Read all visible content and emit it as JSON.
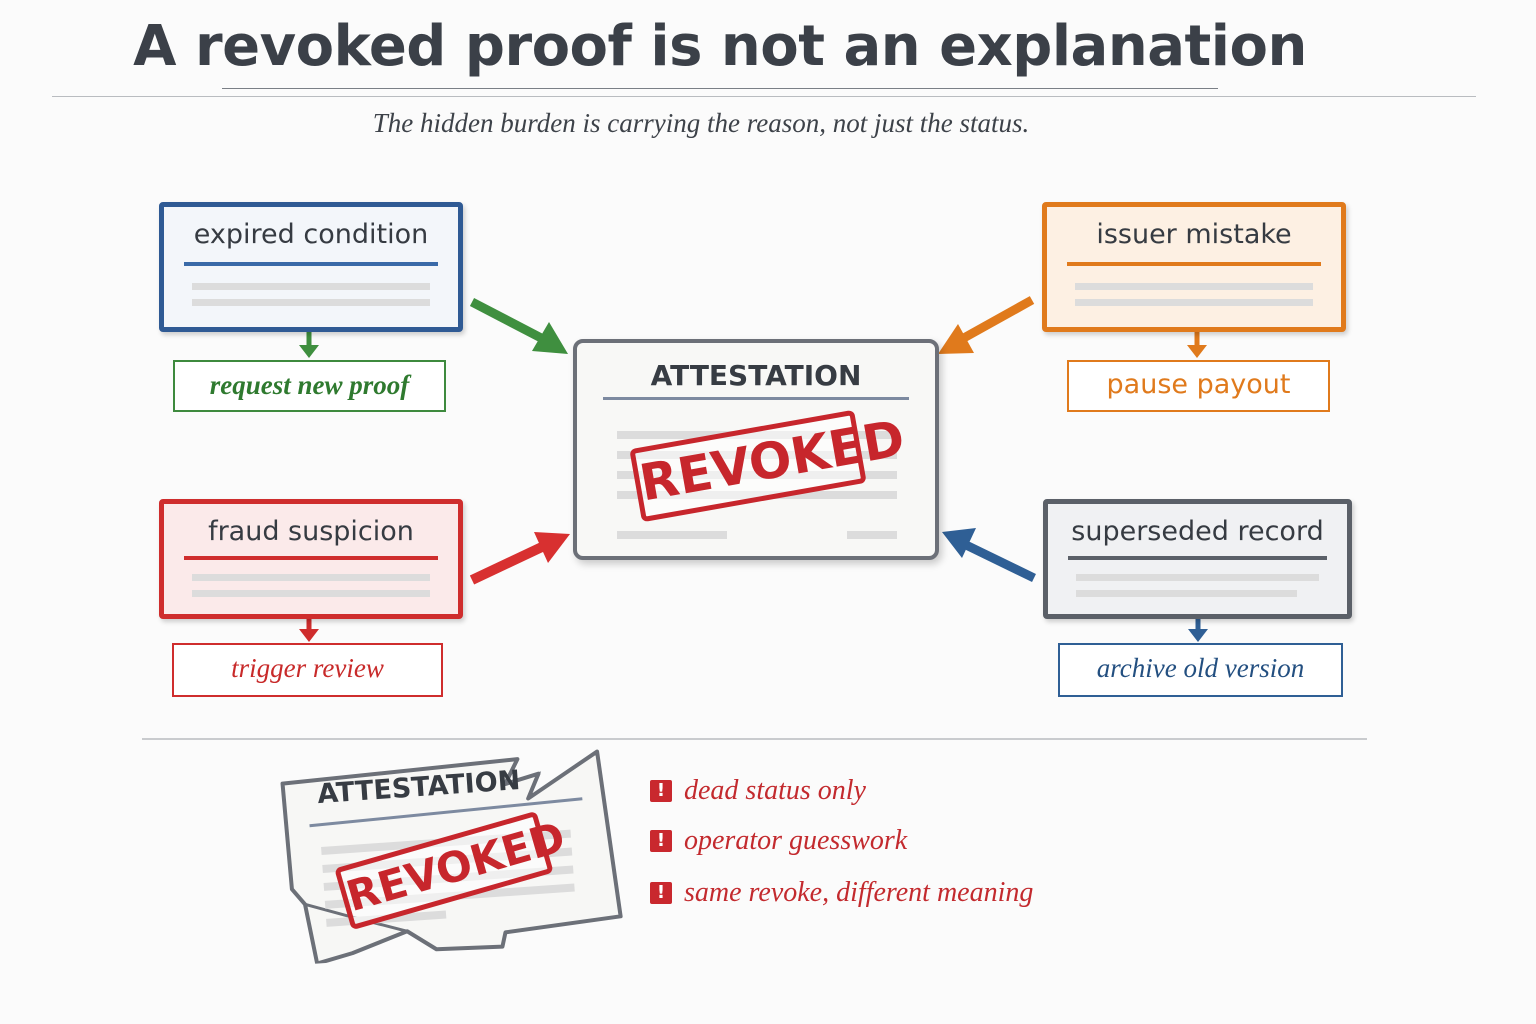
{
  "title": "A revoked proof is not an explanation",
  "subtitle": "The hidden burden is carrying the reason, not just the status.",
  "center": {
    "title": "ATTESTATION",
    "stamp": "REVOKED"
  },
  "reasons": {
    "expired": {
      "title": "expired condition",
      "action": "request new proof",
      "color": "#2f5a94",
      "arrow_color": "#3f8f3f"
    },
    "issuer": {
      "title": "issuer mistake",
      "action": "pause payout",
      "color": "#e07a1c",
      "arrow_color": "#e07a1c"
    },
    "fraud": {
      "title": "fraud suspicion",
      "action": "trigger review",
      "color": "#cf2d2d",
      "arrow_color": "#d83030"
    },
    "superseded": {
      "title": "superseded record",
      "action": "archive old version",
      "color": "#5b6068",
      "arrow_color": "#2f5f95"
    }
  },
  "broken": {
    "title": "ATTESTATION",
    "stamp": "REVOKED"
  },
  "issues": {
    "icon": "exclamation-icon",
    "items": [
      "dead status only",
      "operator guesswork",
      "same revoke, different meaning"
    ]
  }
}
